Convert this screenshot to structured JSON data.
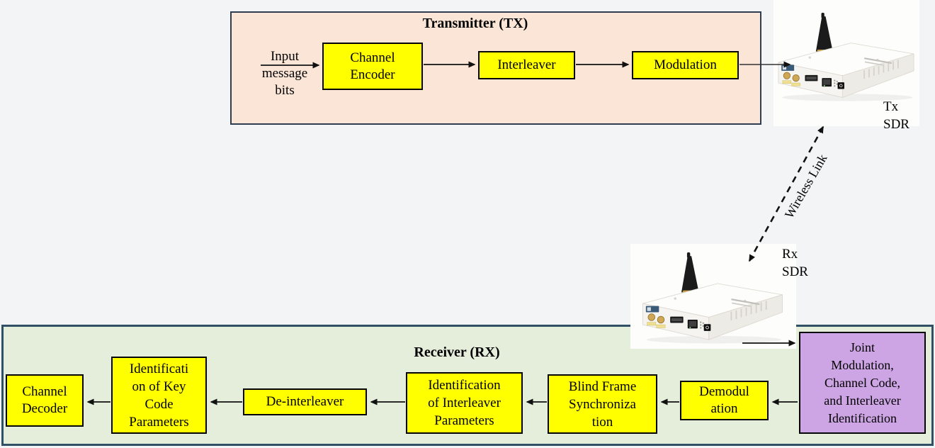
{
  "colors": {
    "page_bg": "#f3f4f6",
    "tx_fill": "#fbe5d6",
    "tx_border": "#2c3e50",
    "rx_fill": "#e4eedb",
    "rx_border": "#305066",
    "process_block_fill": "#ffff00",
    "joint_block_fill": "#cda4e4",
    "arrow_color": "#111111"
  },
  "transmitter": {
    "title": "Transmitter (TX)",
    "input_label": "Input\nmessage\nbits",
    "blocks": {
      "encoder": "Channel\nEncoder",
      "interleaver": "Interleaver",
      "modulation": "Modulation"
    }
  },
  "tx_sdr": {
    "label": "Tx\nSDR"
  },
  "rx_sdr": {
    "label": "Rx\nSDR"
  },
  "wireless_link": {
    "label": "Wireless Link"
  },
  "receiver": {
    "title": "Receiver (RX)",
    "blocks": {
      "decoder": "Channel\nDecoder",
      "key_code_id": "Identificati\non of Key\nCode\nParameters",
      "deinterleaver": "De-interleaver",
      "interleaver_id": "Identification\nof Interleaver\nParameters",
      "frame_sync": "Blind Frame\nSynchroniza\ntion",
      "demodulation": "Demodul\nation",
      "joint_id": "Joint\nModulation,\nChannel Code,\nand Interleaver\nIdentification"
    }
  }
}
